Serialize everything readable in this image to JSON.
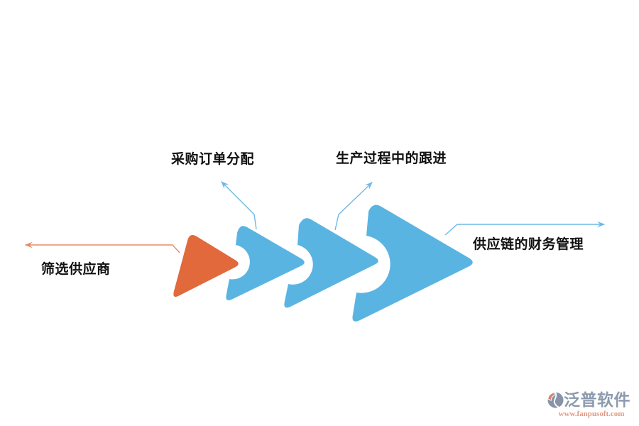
{
  "diagram": {
    "type": "process-chevron-flow",
    "steps": [
      {
        "label": "筛选供应商"
      },
      {
        "label": "采购订单分配"
      },
      {
        "label": "生产过程中的跟进"
      },
      {
        "label": "供应链的财务管理"
      }
    ],
    "colors": {
      "orange": "#E1693B",
      "blue": "#5AB4E2",
      "line_orange": "#E98A63",
      "line_blue": "#6FB9E6",
      "label_text": "#111111"
    }
  },
  "watermark": {
    "brand": "泛普软件",
    "url": "www.fanpusoft.com",
    "brand_color": "#8C9BAE",
    "url_color": "#E19A84"
  }
}
